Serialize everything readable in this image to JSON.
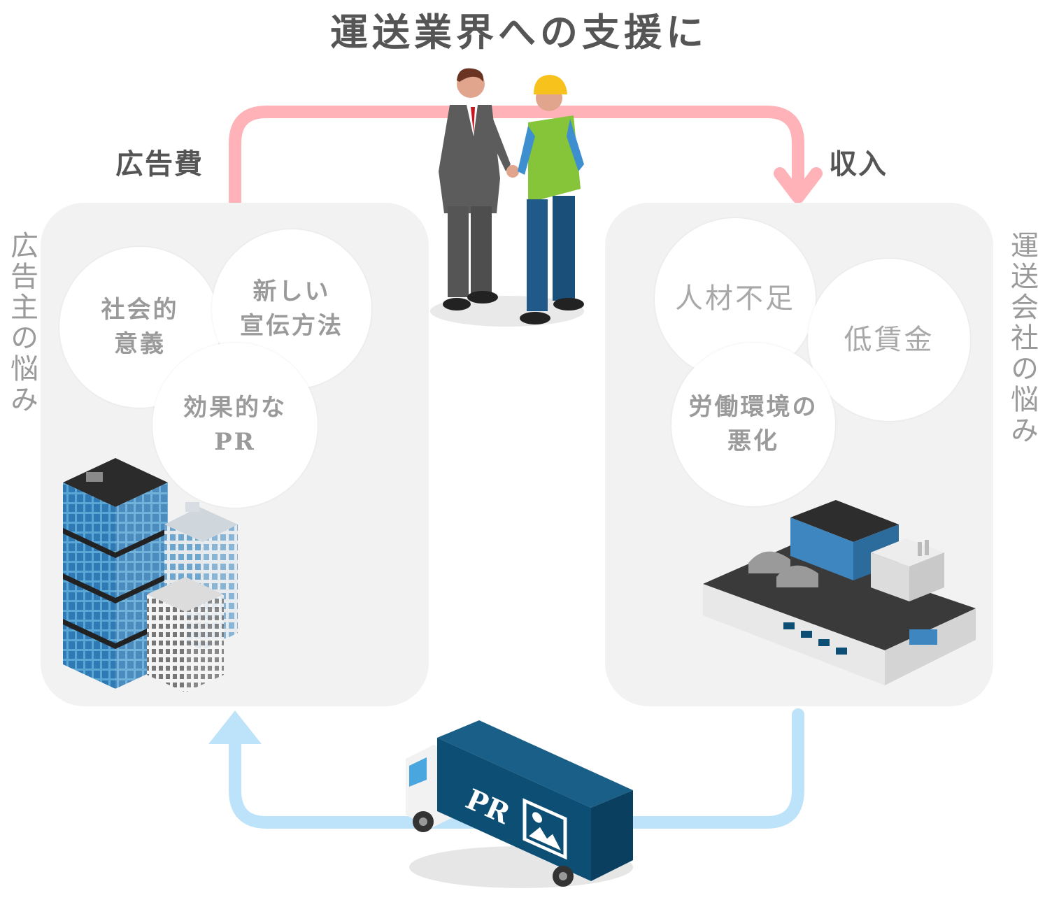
{
  "title": "運送業界への支援に",
  "flow": {
    "ad_cost_label": "広告費",
    "income_label": "収入",
    "pink_color": "#ffb3b8",
    "blue_color": "#bde3fb"
  },
  "advertiser": {
    "heading": "広告主の悩み",
    "bubbles": [
      "社会的\n意義",
      "新しい\n宣伝方法",
      "効果的な\nPR"
    ]
  },
  "transport": {
    "heading": "運送会社の悩み",
    "bubbles": [
      "人材不足",
      "低賃金",
      "労働環境の\n悪化"
    ]
  },
  "truck": {
    "side_text": "PR",
    "color": "#0d4e74"
  },
  "icons": [
    "office-buildings-illustration",
    "handshake-illustration",
    "logistics-warehouse-illustration",
    "truck-illustration",
    "image-icon"
  ]
}
